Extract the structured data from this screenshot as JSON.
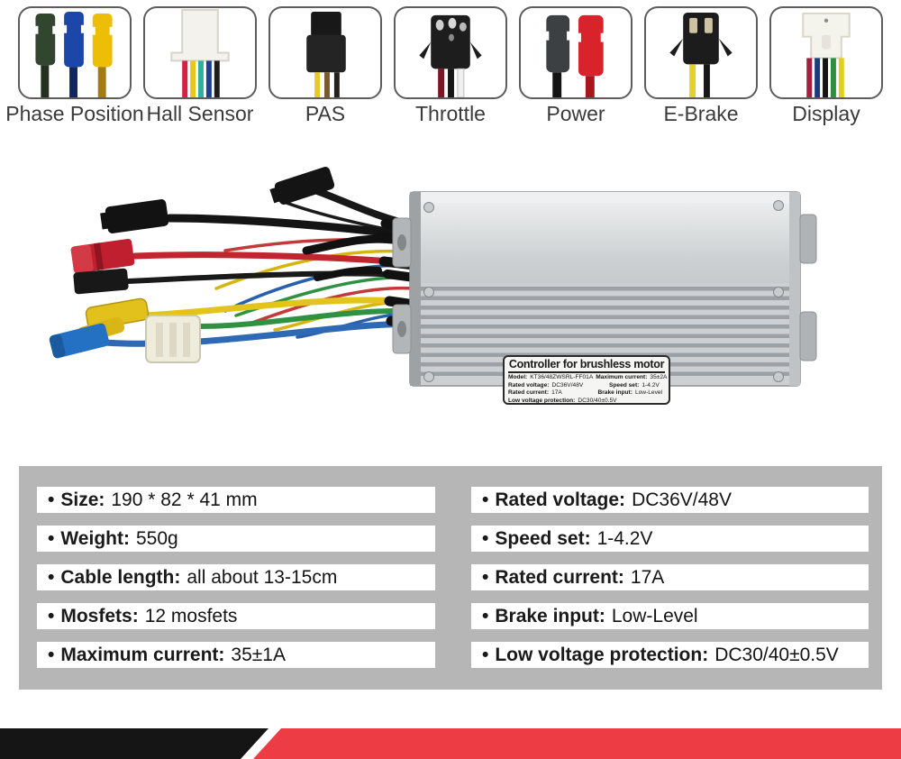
{
  "connectors": [
    {
      "label": "Phase Position",
      "icon": "phase-position-connector-icon"
    },
    {
      "label": "Hall Sensor",
      "icon": "hall-sensor-connector-icon"
    },
    {
      "label": "PAS",
      "icon": "pas-connector-icon"
    },
    {
      "label": "Throttle",
      "icon": "throttle-connector-icon"
    },
    {
      "label": "Power",
      "icon": "power-connector-icon"
    },
    {
      "label": "E-Brake",
      "icon": "e-brake-connector-icon"
    },
    {
      "label": "Display",
      "icon": "display-connector-icon"
    }
  ],
  "sticker": {
    "title": "Controller for brushless motor",
    "model_label": "Model:",
    "model_value": "KT36/48ZWSRL-FF01A",
    "max_current_label": "Maximum current:",
    "max_current_value": "35±2A",
    "rated_voltage_label": "Rated voltage:",
    "rated_voltage_value": "DC36V/48V",
    "speed_set_label": "Speed set:",
    "speed_set_value": "1-4.2V",
    "rated_current_label": "Rated current:",
    "rated_current_value": "17A",
    "brake_input_label": "Brake input:",
    "brake_input_value": "Low-Level",
    "low_voltage_label": "Low voltage protection:",
    "low_voltage_value": "DC30/40±0.5V"
  },
  "specs": {
    "bullet": "•",
    "left": [
      {
        "label": "Size:",
        "value": "190 * 82 * 41 mm"
      },
      {
        "label": "Weight:",
        "value": "550g"
      },
      {
        "label": "Cable length:",
        "value": "all about 13-15cm"
      },
      {
        "label": "Mosfets:",
        "value": "12 mosfets"
      },
      {
        "label": "Maximum current:",
        "value": "35±1A"
      }
    ],
    "right": [
      {
        "label": "Rated voltage:",
        "value": "DC36V/48V"
      },
      {
        "label": "Speed set:",
        "value": "1-4.2V"
      },
      {
        "label": "Rated current:",
        "value": "17A"
      },
      {
        "label": "Brake input:",
        "value": "Low-Level"
      },
      {
        "label": "Low voltage protection:",
        "value": "DC30/40±0.5V"
      }
    ]
  },
  "colors": {
    "ribbon_black": "#151515",
    "ribbon_red": "#ee3c45",
    "panel_gray": "#b6b6b6"
  }
}
